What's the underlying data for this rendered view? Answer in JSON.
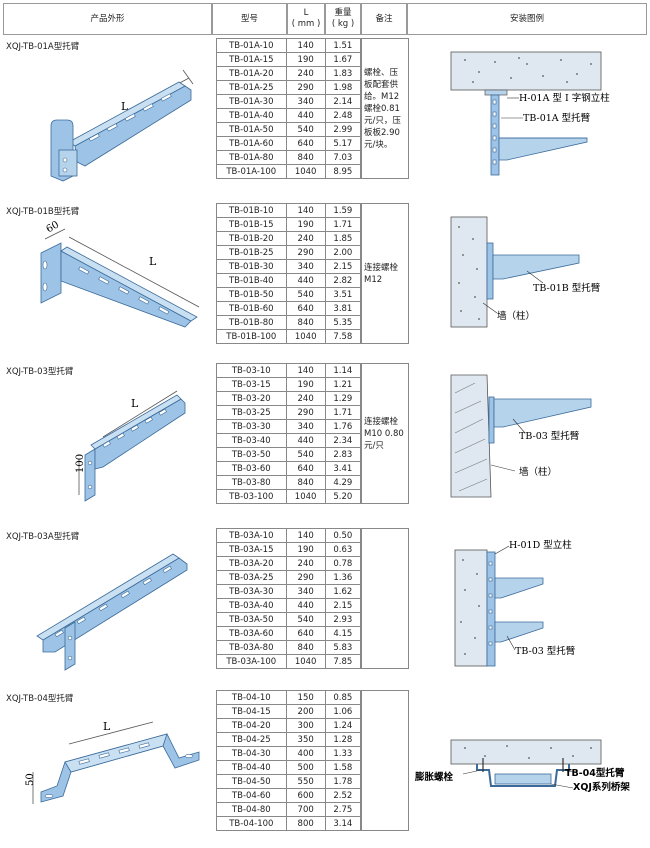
{
  "header": {
    "product_shape": "产品外形",
    "model": "型号",
    "length": "L",
    "length_unit": "( mm )",
    "weight": "重量",
    "weight_unit": "( kg )",
    "remarks": "备注",
    "install": "安装图例"
  },
  "sections": [
    {
      "name": "XQJ-TB-01A型托臂",
      "rows": [
        [
          "TB-01A-10",
          "140",
          "1.51"
        ],
        [
          "TB-01A-15",
          "190",
          "1.67"
        ],
        [
          "TB-01A-20",
          "240",
          "1.83"
        ],
        [
          "TB-01A-25",
          "290",
          "1.98"
        ],
        [
          "TB-01A-30",
          "340",
          "2.14"
        ],
        [
          "TB-01A-40",
          "440",
          "2.48"
        ],
        [
          "TB-01A-50",
          "540",
          "2.99"
        ],
        [
          "TB-01A-60",
          "640",
          "5.17"
        ],
        [
          "TB-01A-80",
          "840",
          "7.03"
        ],
        [
          "TB-01A-100",
          "1040",
          "8.95"
        ]
      ],
      "note": "螺栓、压板配套供给。M12螺栓0.81元/只，压板板2.90元/块。",
      "dim_label": "L",
      "install_labels": [
        "H-01A 型 I 字钢立柱",
        "TB-01A 型托臂"
      ]
    },
    {
      "name": "XQJ-TB-01B型托臂",
      "rows": [
        [
          "TB-01B-10",
          "140",
          "1.59"
        ],
        [
          "TB-01B-15",
          "190",
          "1.71"
        ],
        [
          "TB-01B-20",
          "240",
          "1.85"
        ],
        [
          "TB-01B-25",
          "290",
          "2.00"
        ],
        [
          "TB-01B-30",
          "340",
          "2.15"
        ],
        [
          "TB-01B-40",
          "440",
          "2.82"
        ],
        [
          "TB-01B-50",
          "540",
          "3.51"
        ],
        [
          "TB-01B-60",
          "640",
          "3.81"
        ],
        [
          "TB-01B-80",
          "840",
          "5.35"
        ],
        [
          "TB-01B-100",
          "1040",
          "7.58"
        ]
      ],
      "note": "连接螺栓M12",
      "dim_label": "L",
      "dim_label2": "60",
      "install_labels": [
        "TB-01B 型托臂",
        "墙（柱）"
      ]
    },
    {
      "name": "XQJ-TB-03型托臂",
      "rows": [
        [
          "TB-03-10",
          "140",
          "1.14"
        ],
        [
          "TB-03-15",
          "190",
          "1.21"
        ],
        [
          "TB-03-20",
          "240",
          "1.29"
        ],
        [
          "TB-03-25",
          "290",
          "1.71"
        ],
        [
          "TB-03-30",
          "340",
          "1.76"
        ],
        [
          "TB-03-40",
          "440",
          "2.34"
        ],
        [
          "TB-03-50",
          "540",
          "2.83"
        ],
        [
          "TB-03-60",
          "640",
          "3.41"
        ],
        [
          "TB-03-80",
          "840",
          "4.29"
        ],
        [
          "TB-03-100",
          "1040",
          "5.20"
        ]
      ],
      "note": "连接螺栓M10 0.80元/只",
      "dim_label": "L",
      "dim_label2": "100",
      "install_labels": [
        "TB-03 型托臂",
        "墙（柱）"
      ]
    },
    {
      "name": "XQJ-TB-03A型托臂",
      "rows": [
        [
          "TB-03A-10",
          "140",
          "0.50"
        ],
        [
          "TB-03A-15",
          "190",
          "0.63"
        ],
        [
          "TB-03A-20",
          "240",
          "0.78"
        ],
        [
          "TB-03A-25",
          "290",
          "1.36"
        ],
        [
          "TB-03A-30",
          "340",
          "1.62"
        ],
        [
          "TB-03A-40",
          "440",
          "2.15"
        ],
        [
          "TB-03A-50",
          "540",
          "2.93"
        ],
        [
          "TB-03A-60",
          "640",
          "4.15"
        ],
        [
          "TB-03A-80",
          "840",
          "5.83"
        ],
        [
          "TB-03A-100",
          "1040",
          "7.85"
        ]
      ],
      "note": "",
      "install_labels": [
        "H-01D 型立柱",
        "TB-03 型托臂"
      ]
    },
    {
      "name": "XQJ-TB-04型托臂",
      "rows": [
        [
          "TB-04-10",
          "150",
          "0.85"
        ],
        [
          "TB-04-15",
          "200",
          "1.06"
        ],
        [
          "TB-04-20",
          "300",
          "1.24"
        ],
        [
          "TB-04-25",
          "350",
          "1.28"
        ],
        [
          "TB-04-30",
          "400",
          "1.33"
        ],
        [
          "TB-04-40",
          "500",
          "1.58"
        ],
        [
          "TB-04-50",
          "550",
          "1.78"
        ],
        [
          "TB-04-60",
          "600",
          "2.52"
        ],
        [
          "TB-04-80",
          "700",
          "2.75"
        ],
        [
          "TB-04-100",
          "800",
          "3.14"
        ]
      ],
      "note": "",
      "dim_label": "L",
      "dim_label2": "50",
      "install_labels": [
        "膨胀螺栓",
        "TB-04型托臂",
        "XQJ系列桥架"
      ]
    }
  ],
  "colors": {
    "bracket": "#9dc3e6",
    "bracket_dark": "#5f8fbf",
    "concrete": "#dfe8f0",
    "line": "#888888"
  }
}
